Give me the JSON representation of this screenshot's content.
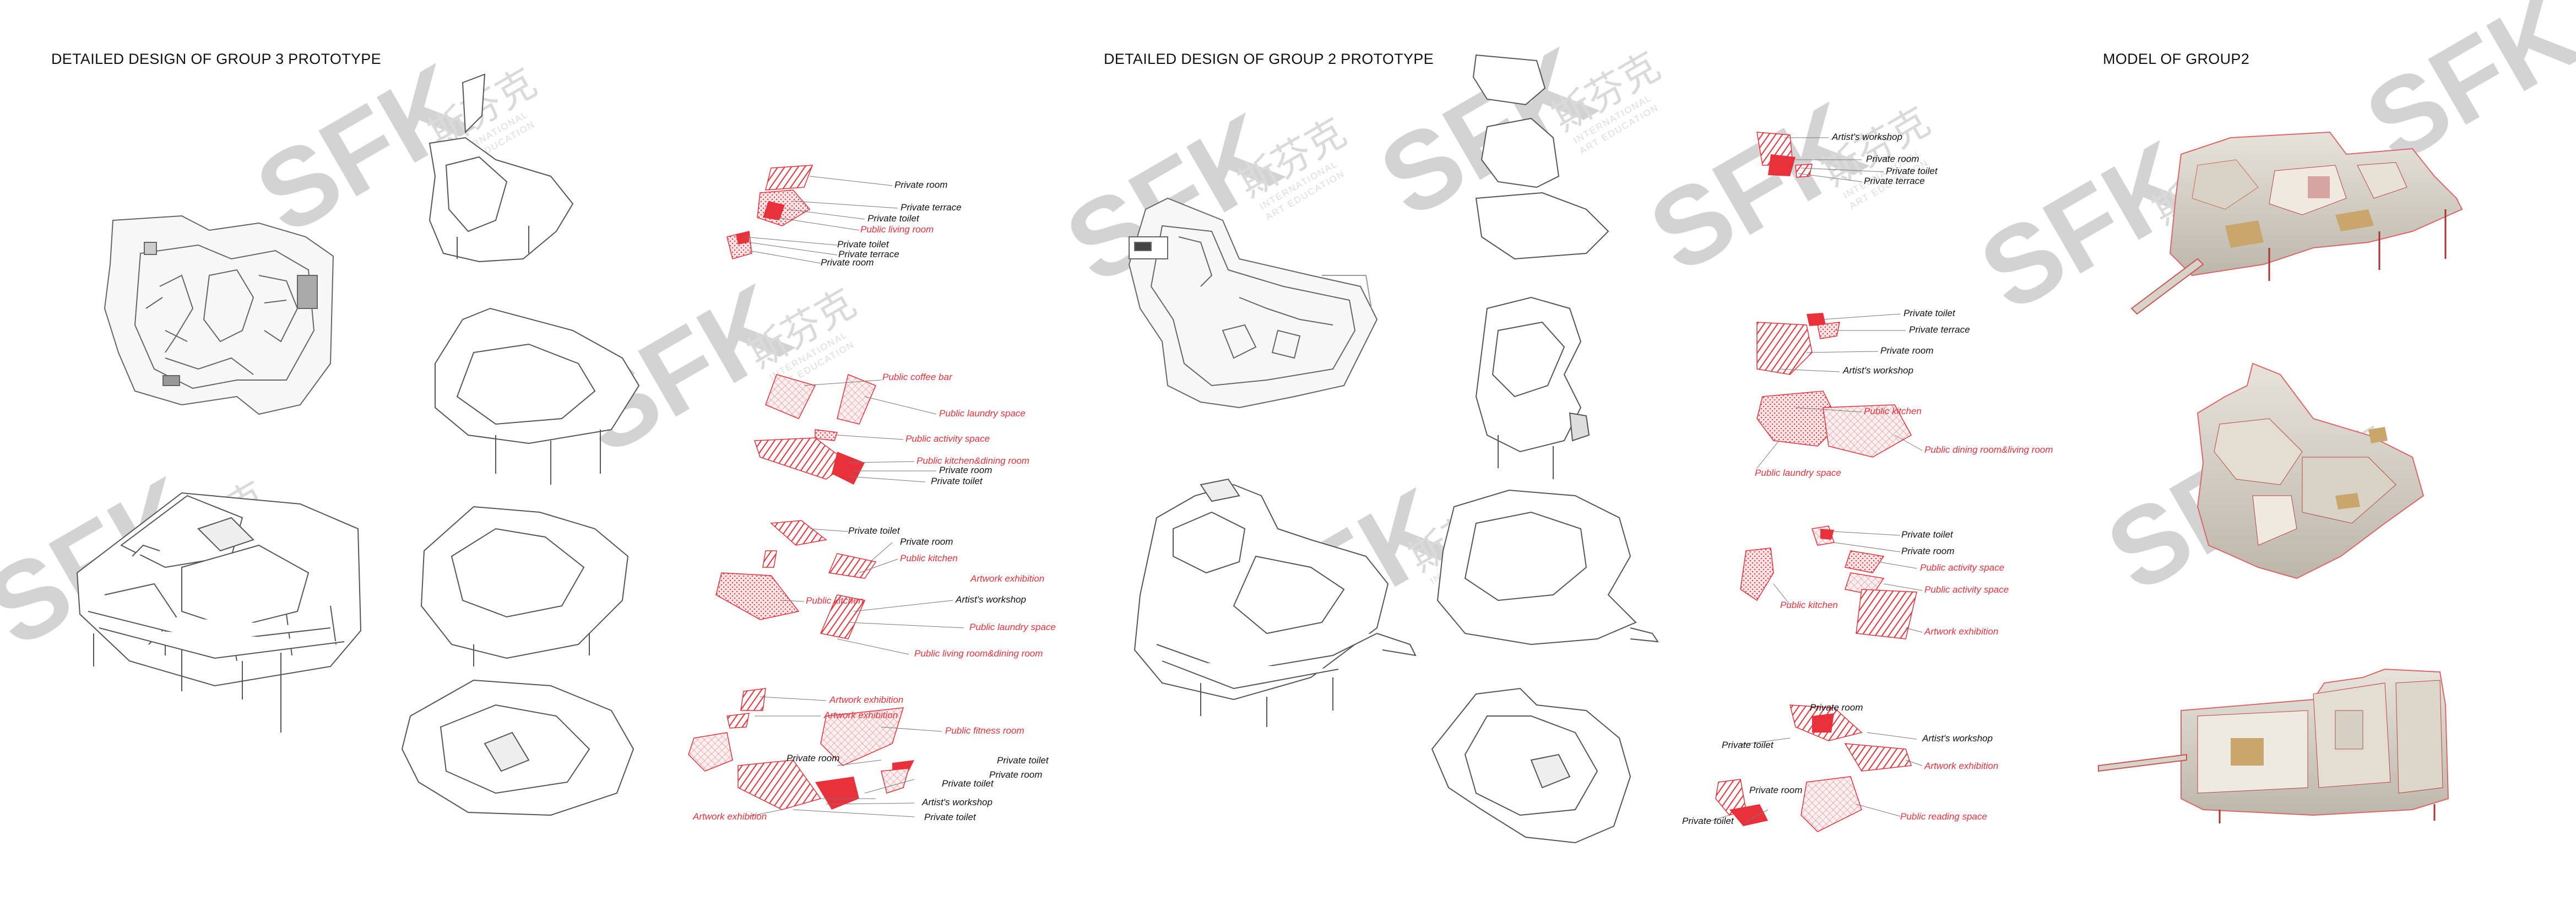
{
  "titles": {
    "group3": "DETAILED DESIGN OF GROUP 3 PROTOTYPE",
    "group2": "DETAILED DESIGN OF GROUP 2 PROTOTYPE",
    "model": "MODEL OF GROUP2"
  },
  "watermark": {
    "logo": "SFK",
    "cn": "斯芬克",
    "line1": "INTERNATIONAL",
    "line2": "ART EDUCATION"
  },
  "colors": {
    "accent_red": "#e8313a",
    "line_gray": "#555555",
    "text_black": "#111111"
  },
  "group3_labels": {
    "l1": "Private room",
    "l2": "Private terrace",
    "l3": "Private toilet",
    "l4": "Public living room",
    "l5": "Private toilet",
    "l6": "Private terrace",
    "l7": "Private room",
    "l8": "Public coffee bar",
    "l9": "Public laundry space",
    "l10": "Public activity space",
    "l11": "Public kitchen&dining room",
    "l12": "Private room",
    "l13": "Private toilet",
    "l14": "Private toilet",
    "l15": "Private room",
    "l16": "Public kitchen",
    "l17": "Artwork exhibition",
    "l18": "Artist's workshop",
    "l19": "Public kitchen",
    "l20": "Public laundry space",
    "l21": "Public living room&dining room",
    "l22": "Artwork exhibition",
    "l23": "Artwork exhibition",
    "l24": "Public fitness room",
    "l25": "Private room",
    "l26": "Private toilet",
    "l27": "Private room",
    "l28": "Private toilet",
    "l29": "Artist's workshop",
    "l30": "Private toilet",
    "l31": "Artwork exhibition"
  },
  "group2_labels": {
    "m1": "Artist's workshop",
    "m2": "Private room",
    "m3": "Private toilet",
    "m4": "Private terrace",
    "m5": "Private toilet",
    "m6": "Private terrace",
    "m7": "Private room",
    "m8": "Artist's workshop",
    "m9": "Public kitchen",
    "m10": "Public dining room&living room",
    "m11": "Public laundry space",
    "m12": "Private toilet",
    "m13": "Private room",
    "m14": "Public activity space",
    "m15": "Public activity space",
    "m16": "Public kitchen",
    "m17": "Artwork exhibition",
    "m18": "Private room",
    "m19": "Private toilet",
    "m20": "Artist's workshop",
    "m21": "Artwork exhibition",
    "m22": "Private room",
    "m23": "Private toilet",
    "m24": "Public reading space"
  }
}
